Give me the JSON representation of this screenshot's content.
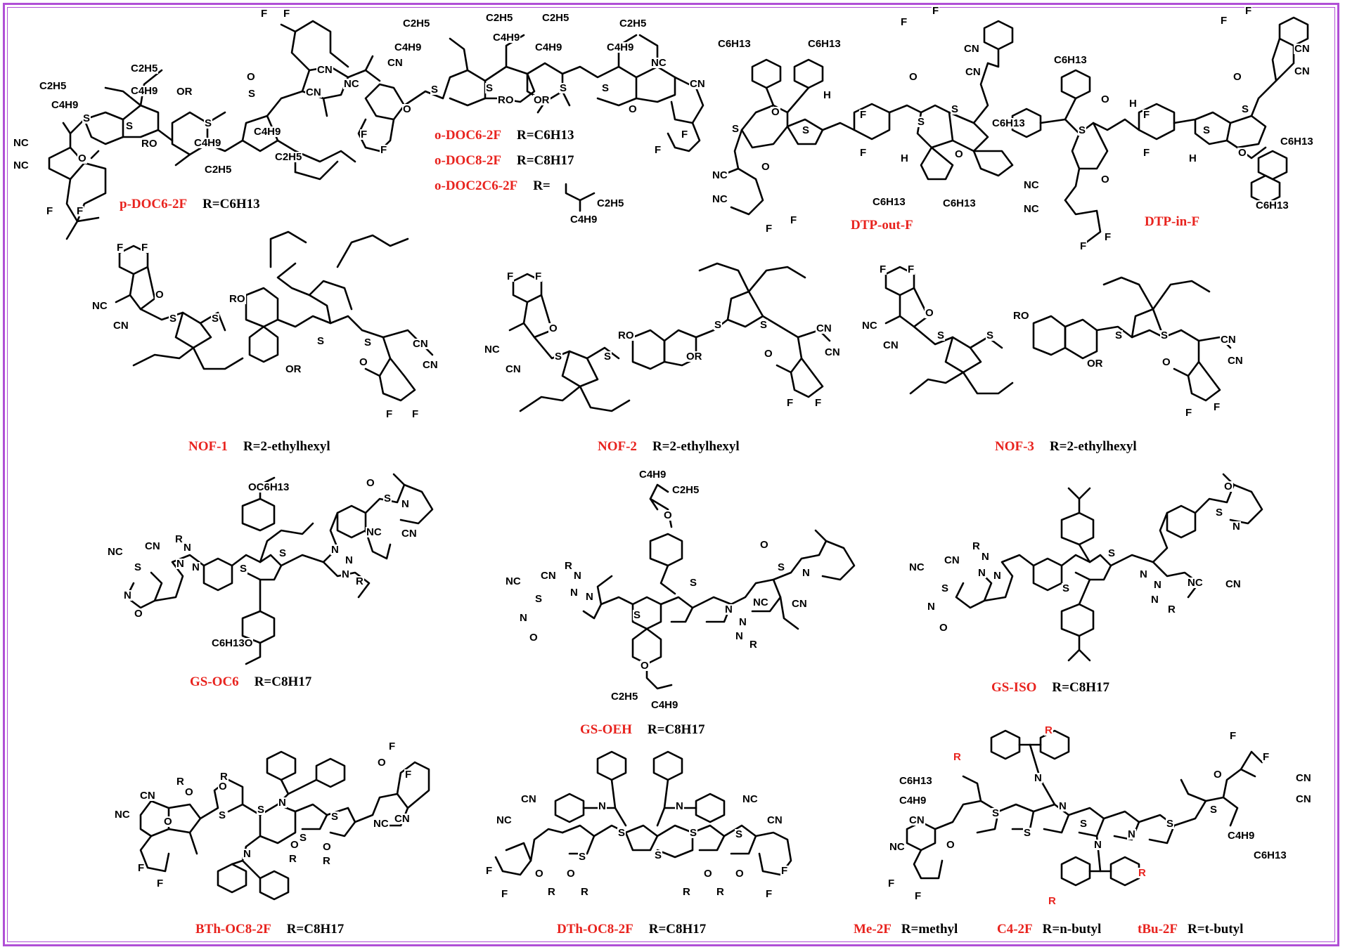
{
  "molecules": [
    {
      "name": "p-DOC6-2F",
      "r": "R=C6H13"
    },
    {
      "name": "o-DOC6-2F",
      "r": "R=C6H13"
    },
    {
      "name": "o-DOC8-2F",
      "r": "R=C8H17"
    },
    {
      "name": "o-DOC2C6-2F",
      "r": "R="
    },
    {
      "name": "DTP-out-F",
      "r": ""
    },
    {
      "name": "DTP-in-F",
      "r": ""
    },
    {
      "name": "NOF-1",
      "r": "R=2-ethylhexyl"
    },
    {
      "name": "NOF-2",
      "r": "R=2-ethylhexyl"
    },
    {
      "name": "NOF-3",
      "r": "R=2-ethylhexyl"
    },
    {
      "name": "GS-OC6",
      "r": "R=C8H17"
    },
    {
      "name": "GS-OEH",
      "r": "R=C8H17"
    },
    {
      "name": "GS-ISO",
      "r": "R=C8H17"
    },
    {
      "name": "BTh-OC8-2F",
      "r": "R=C8H17"
    },
    {
      "name": "DTh-OC8-2F",
      "r": "R=C8H17"
    },
    {
      "name": "Me-2F",
      "r": "R=methyl"
    },
    {
      "name": "C4-2F",
      "r": "R=n-butyl"
    },
    {
      "name": "tBu-2F",
      "r": "R=t-butyl"
    }
  ],
  "atoms": {
    "F": "F",
    "S": "S",
    "O": "O",
    "N": "N",
    "H": "H",
    "R": "R",
    "CN": "CN",
    "NC": "NC",
    "OR": "OR",
    "RO": "RO",
    "C2H5": "C2H5",
    "C4H9": "C4H9",
    "C6H13": "C6H13",
    "OC6H13": "OC6H13",
    "C6H13O": "C6H13O"
  },
  "colors": {
    "border": "#b04fd6",
    "name": "#e8231e",
    "text": "#000000"
  }
}
